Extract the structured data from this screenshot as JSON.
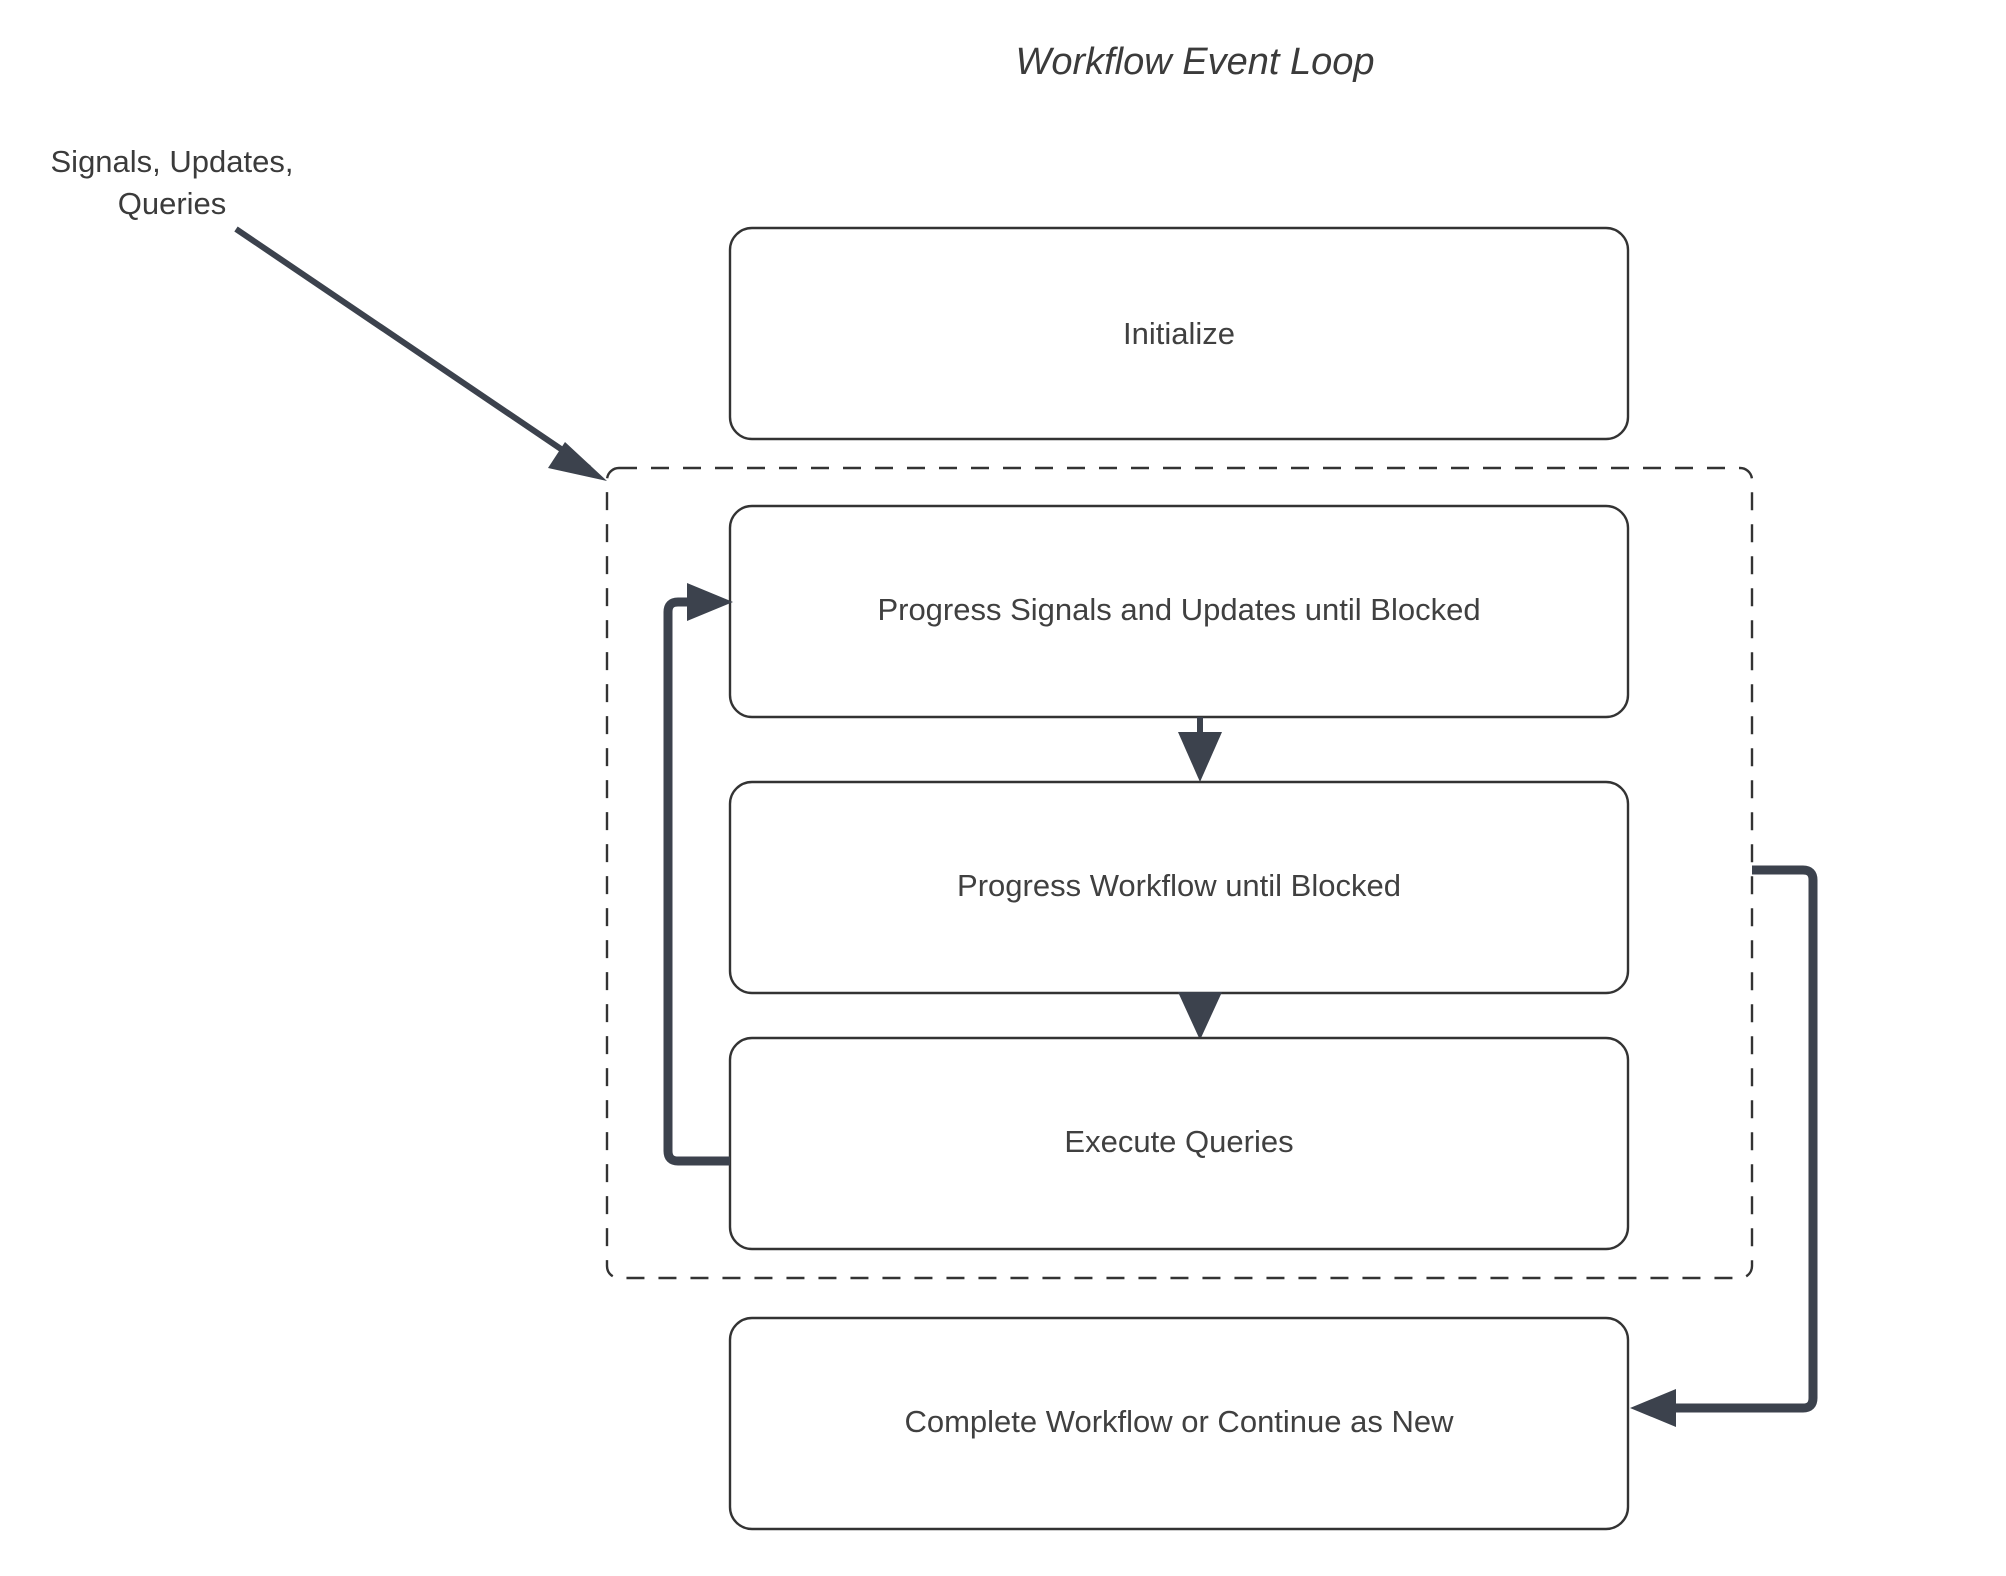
{
  "diagram": {
    "title": "Workflow Event Loop",
    "title_style": "italic",
    "background_color": "#ffffff",
    "line_color": "#3c424d",
    "box_stroke_color": "#333333",
    "text_color": "#404040",
    "nodes": [
      {
        "id": "initialize",
        "label": "Initialize"
      },
      {
        "id": "progress-signals",
        "label": "Progress Signals and Updates until Blocked"
      },
      {
        "id": "progress-workflow",
        "label": "Progress Workflow until Blocked"
      },
      {
        "id": "execute-queries",
        "label": "Execute Queries"
      },
      {
        "id": "complete-workflow",
        "label": "Complete Workflow or Continue as New"
      }
    ],
    "group": {
      "id": "event-loop-group",
      "label": "",
      "style": "dashed"
    },
    "edges": [
      {
        "id": "external-input",
        "label": "Signals, Updates, Queries",
        "from": "external",
        "to": "event-loop-group"
      },
      {
        "id": "signals-to-workflow",
        "label": "",
        "from": "progress-signals",
        "to": "progress-workflow"
      },
      {
        "id": "workflow-to-queries",
        "label": "",
        "from": "progress-workflow",
        "to": "execute-queries"
      },
      {
        "id": "queries-loop-back",
        "label": "",
        "from": "execute-queries",
        "to": "progress-signals"
      },
      {
        "id": "loop-to-complete",
        "label": "",
        "from": "event-loop-group",
        "to": "complete-workflow"
      }
    ],
    "annotation": {
      "line1": "Signals, Updates,",
      "line2": "Queries"
    }
  }
}
